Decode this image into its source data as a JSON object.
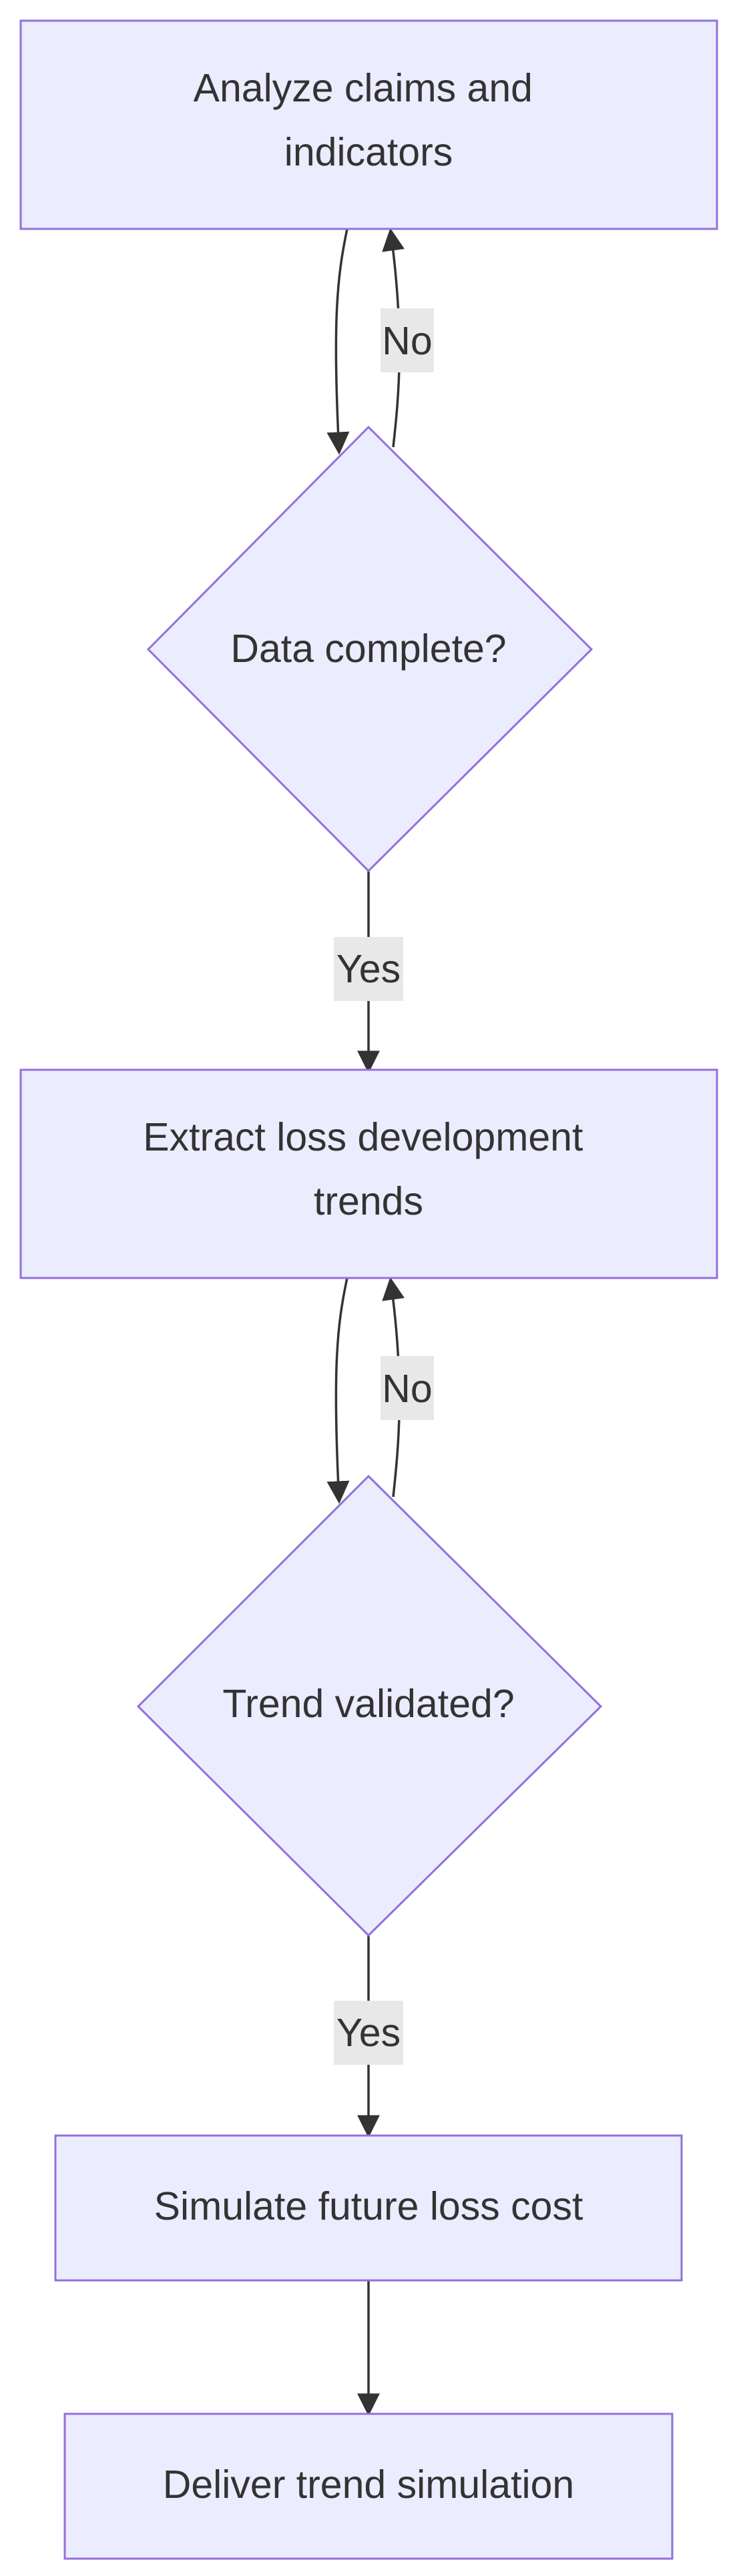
{
  "flowchart": {
    "nodes": {
      "analyze": {
        "shape": "process",
        "lines": [
          "Analyze claims and",
          "indicators"
        ]
      },
      "data_complete": {
        "shape": "decision",
        "lines": [
          "Data complete?"
        ]
      },
      "extract": {
        "shape": "process",
        "lines": [
          "Extract loss development",
          "trends"
        ]
      },
      "trend_validated": {
        "shape": "decision",
        "lines": [
          "Trend validated?"
        ]
      },
      "simulate": {
        "shape": "process",
        "lines": [
          "Simulate future loss cost"
        ]
      },
      "deliver": {
        "shape": "process",
        "lines": [
          "Deliver trend simulation"
        ]
      }
    },
    "edges": [
      {
        "from": "analyze",
        "to": "data_complete",
        "label": ""
      },
      {
        "from": "data_complete",
        "to": "analyze",
        "label": "No"
      },
      {
        "from": "data_complete",
        "to": "extract",
        "label": "Yes"
      },
      {
        "from": "extract",
        "to": "trend_validated",
        "label": ""
      },
      {
        "from": "trend_validated",
        "to": "extract",
        "label": "No"
      },
      {
        "from": "trend_validated",
        "to": "simulate",
        "label": "Yes"
      },
      {
        "from": "simulate",
        "to": "deliver",
        "label": ""
      }
    ]
  },
  "colors": {
    "node_fill": "#ECECFF",
    "node_stroke": "#9370DB",
    "edge": "#333333",
    "label_bg": "#E8E8E8",
    "text": "#333333"
  }
}
